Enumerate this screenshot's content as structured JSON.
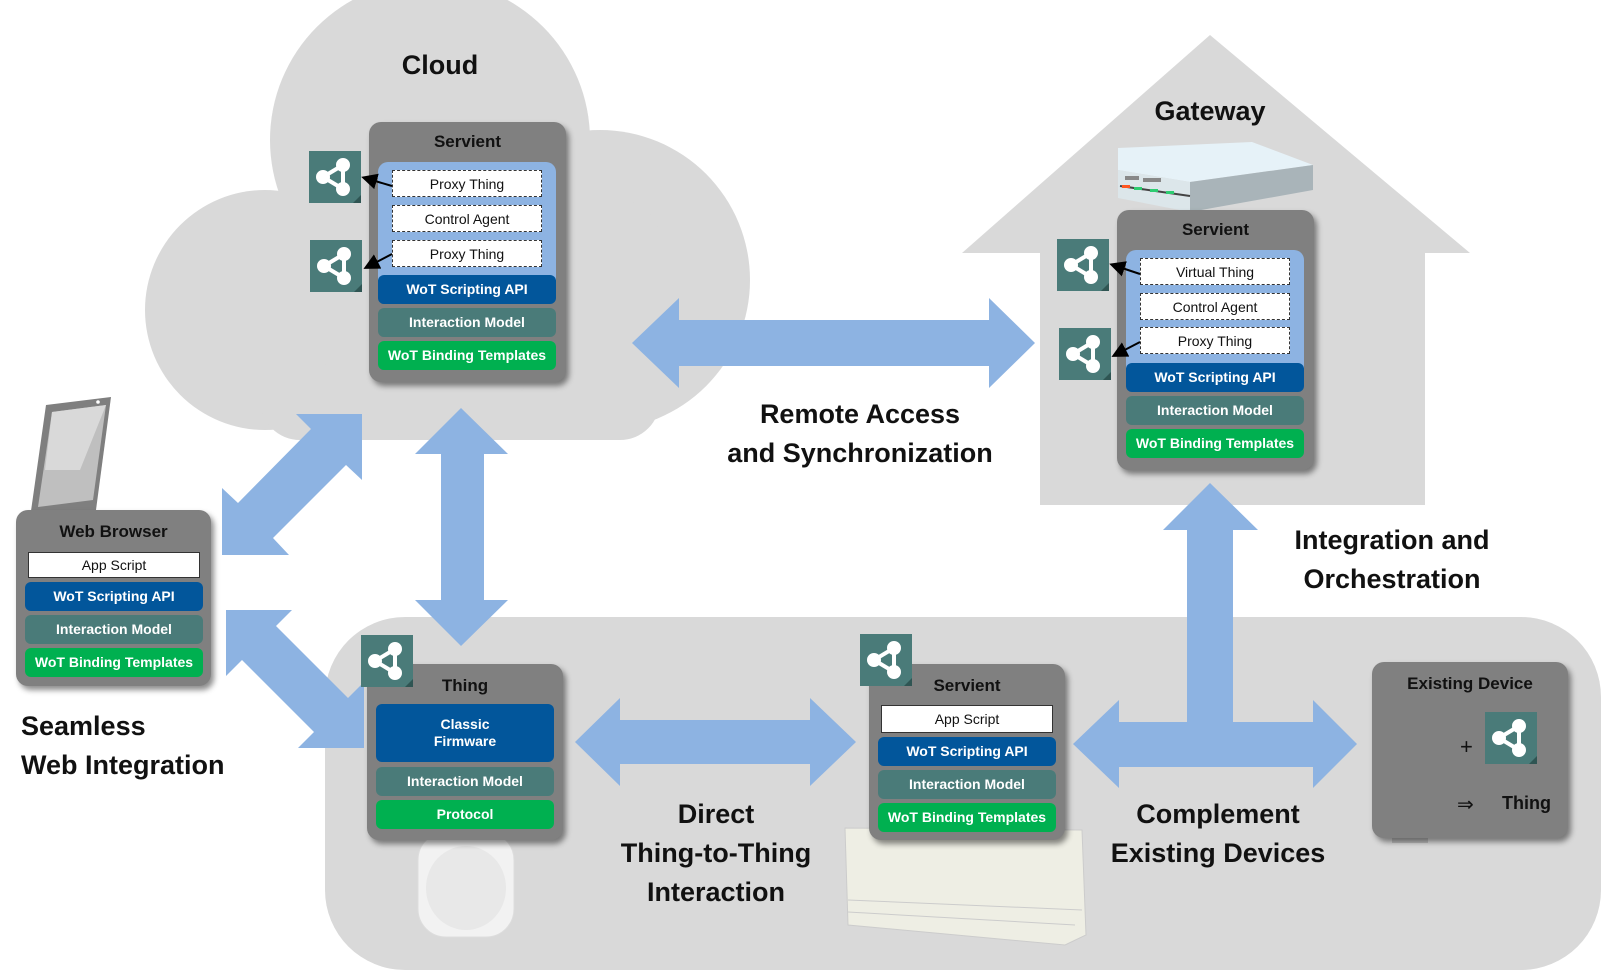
{
  "zones": {
    "cloud": "Cloud",
    "gateway": "Gateway"
  },
  "cloud_servient": {
    "title": "Servient",
    "scripts": [
      "Proxy Thing",
      "Control Agent",
      "Proxy Thing"
    ],
    "api": "WoT Scripting API",
    "model": "Interaction Model",
    "binding": "WoT Binding Templates"
  },
  "gateway_servient": {
    "title": "Servient",
    "scripts": [
      "Virtual Thing",
      "Control Agent",
      "Proxy Thing"
    ],
    "api": "WoT Scripting API",
    "model": "Interaction Model",
    "binding": "WoT Binding Templates"
  },
  "web_browser": {
    "title": "Web Browser",
    "script": "App Script",
    "api": "WoT Scripting API",
    "model": "Interaction Model",
    "binding": "WoT Binding Templates"
  },
  "thing": {
    "title": "Thing",
    "firmware_line1": "Classic",
    "firmware_line2": "Firmware",
    "model": "Interaction Model",
    "protocol": "Protocol"
  },
  "local_servient": {
    "title": "Servient",
    "script": "App Script",
    "api": "WoT Scripting API",
    "model": "Interaction Model",
    "binding": "WoT Binding Templates"
  },
  "existing_device": {
    "title": "Existing Device",
    "plus": "+",
    "implies": "⇒",
    "result": "Thing"
  },
  "labels": {
    "remote_1": "Remote Access",
    "remote_2": "and Synchronization",
    "integration_1": "Integration and",
    "integration_2": "Orchestration",
    "web_1": "Seamless",
    "web_2": "Web Integration",
    "direct_1": "Direct",
    "direct_2": "Thing-to-Thing",
    "direct_3": "Interaction",
    "complement_1": "Complement",
    "complement_2": "Existing Devices"
  },
  "colors": {
    "zone": "#d9d9d9",
    "arrow": "#8db3e2",
    "box": "#808080",
    "api": "#02569b",
    "model": "#4a7b79",
    "binding": "#00b050",
    "td_icon": "#4a7b79"
  }
}
